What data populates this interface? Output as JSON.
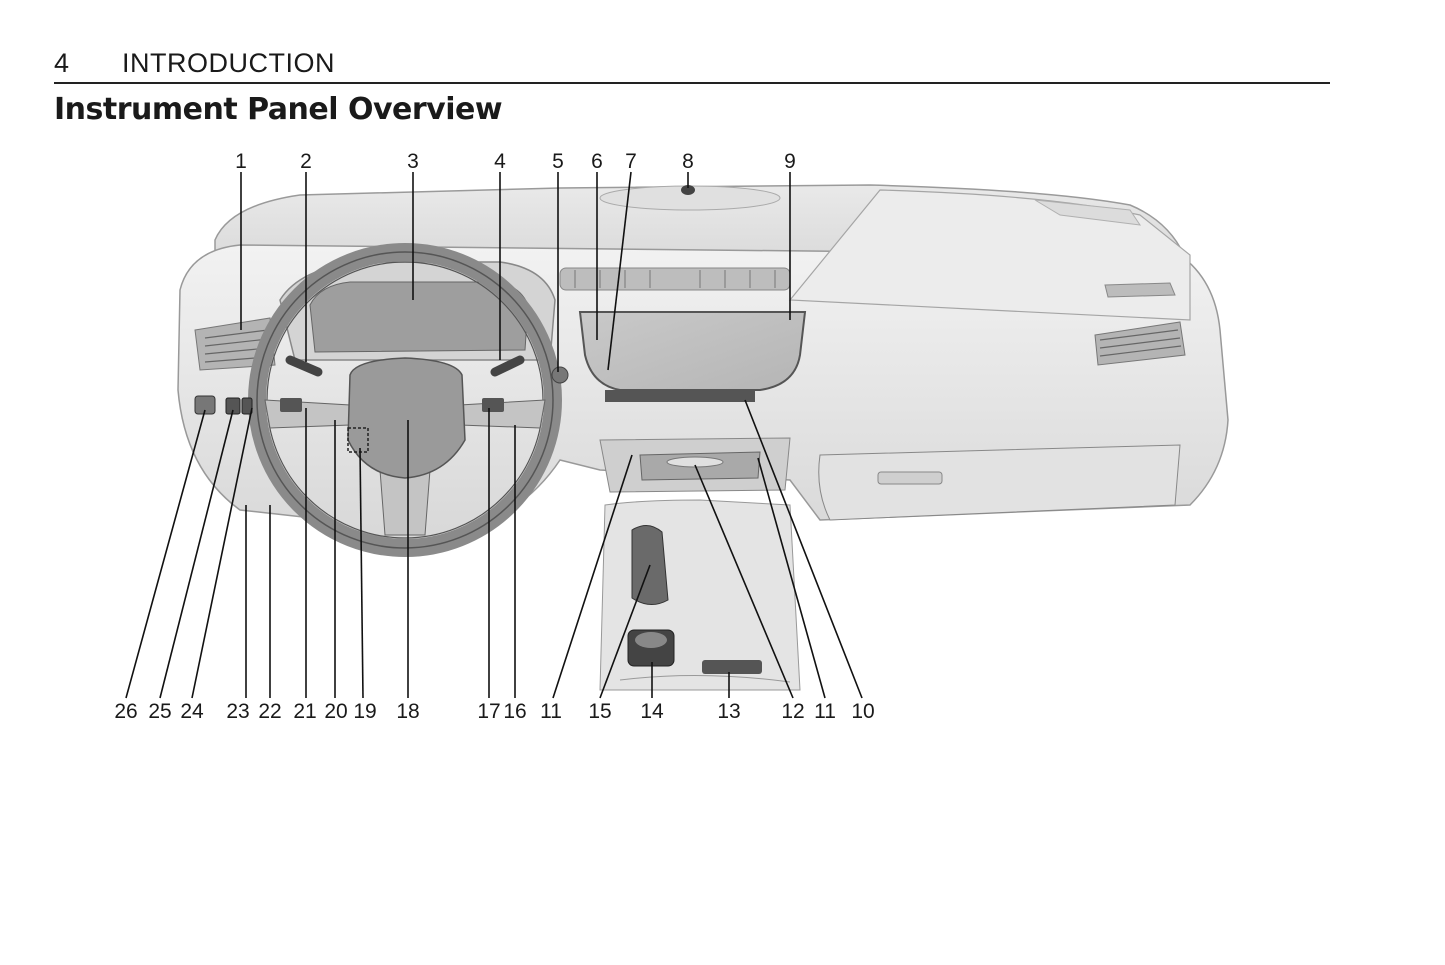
{
  "header": {
    "page_number": "4",
    "section": "INTRODUCTION"
  },
  "title": "Instrument Panel Overview",
  "callouts_top": [
    "1",
    "2",
    "3",
    "4",
    "5",
    "6",
    "7",
    "8",
    "9"
  ],
  "callouts_bottom": [
    "26",
    "25",
    "24",
    "23",
    "22",
    "21",
    "20",
    "19",
    "18",
    "17",
    "16",
    "11",
    "15",
    "14",
    "13",
    "12",
    "11",
    "10"
  ]
}
